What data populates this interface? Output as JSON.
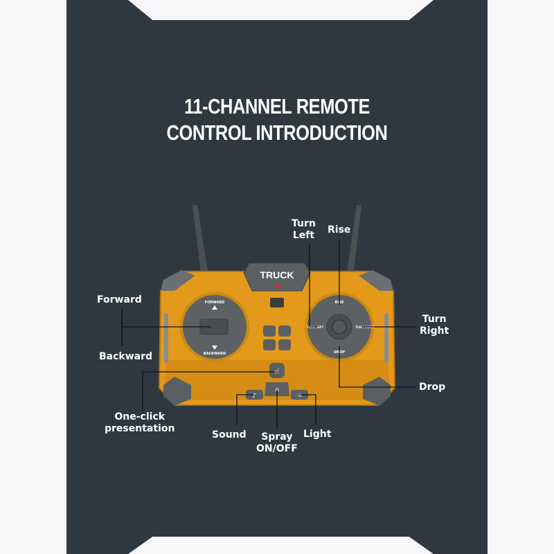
{
  "title": {
    "line1": "11-CHANNEL REMOTE",
    "line2": "CONTROL INTRODUCTION"
  },
  "remote": {
    "brand_label": "TRUCK",
    "left_stick": {
      "top": "FORWARD",
      "bottom": "BACKWARD"
    },
    "right_stick": {
      "top": "RISE",
      "left": "TURN LEFT",
      "right": "TURN RIGHT",
      "bottom": "DROP"
    },
    "colors": {
      "body": "#e8a11f",
      "gray": "#5b5f62",
      "background": "#2f3840"
    }
  },
  "callouts": {
    "forward": "Forward",
    "backward": "Backward",
    "turn_left": "Turn\nLeft",
    "rise": "Rise",
    "turn_right": "Turn\nRight",
    "drop": "Drop",
    "one_click": "One-click\npresentation",
    "sound": "Sound",
    "spray": "Spray\nON/OFF",
    "light": "Light"
  }
}
